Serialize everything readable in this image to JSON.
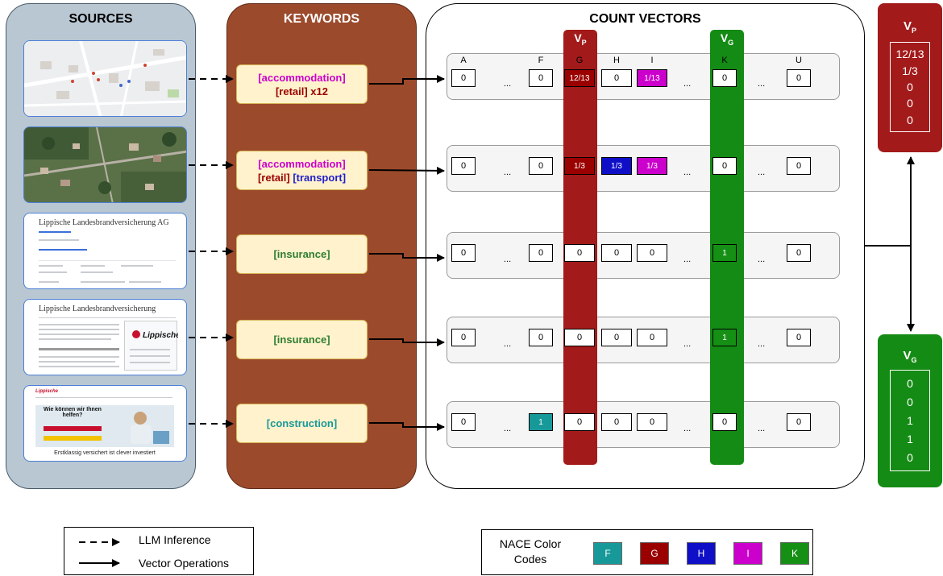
{
  "panels": {
    "sources_title": "SOURCES",
    "keywords_title": "KEYWORDS",
    "count_title": "COUNT VECTORS"
  },
  "sources": {
    "doc1_title": "Lippische Landesbrandversicherung AG",
    "doc2_title": "Lippische Landesbrandversicherung",
    "web_heading": "Wie können wir Ihnen helfen?",
    "web_footer": "Erstklassig versichert ist clever investiert",
    "web_brand": "Lippische"
  },
  "keywords": [
    {
      "lines": [
        [
          {
            "text": "[accommodation]",
            "code": "i"
          }
        ],
        [
          {
            "text": "[retail] x12",
            "code": "g"
          }
        ]
      ]
    },
    {
      "lines": [
        [
          {
            "text": "[accommodation]",
            "code": "i"
          }
        ],
        [
          {
            "text": "[retail] ",
            "code": "g"
          },
          {
            "text": "[transport]",
            "code": "h"
          }
        ]
      ]
    },
    {
      "lines": [
        [
          {
            "text": "[insurance]",
            "code": "k"
          }
        ]
      ]
    },
    {
      "lines": [
        [
          {
            "text": "[insurance]",
            "code": "k"
          }
        ]
      ]
    },
    {
      "lines": [
        [
          {
            "text": "[construction]",
            "code": "f"
          }
        ]
      ]
    }
  ],
  "bands": {
    "p": {
      "main": "V",
      "sub": "P"
    },
    "g": {
      "main": "V",
      "sub": "G"
    }
  },
  "column_headers": [
    "A",
    "F",
    "G",
    "H",
    "I",
    "K",
    "U"
  ],
  "ellipsis": "...",
  "rows": [
    {
      "A": "0",
      "F": "0",
      "G": "12/13",
      "H": "0",
      "I": "1/13",
      "K": "0",
      "U": "0",
      "colored": {
        "G": "g",
        "I": "i"
      }
    },
    {
      "A": "0",
      "F": "0",
      "G": "1/3",
      "H": "1/3",
      "I": "1/3",
      "K": "0",
      "U": "0",
      "colored": {
        "G": "g",
        "H": "h",
        "I": "i"
      }
    },
    {
      "A": "0",
      "F": "0",
      "G": "0",
      "H": "0",
      "I": "0",
      "K": "1",
      "U": "0",
      "colored": {
        "K": "k"
      }
    },
    {
      "A": "0",
      "F": "0",
      "G": "0",
      "H": "0",
      "I": "0",
      "K": "1",
      "U": "0",
      "colored": {
        "K": "k"
      }
    },
    {
      "A": "0",
      "F": "1",
      "G": "0",
      "H": "0",
      "I": "0",
      "K": "0",
      "U": "0",
      "colored": {
        "F": "f"
      }
    }
  ],
  "vp": {
    "title_main": "V",
    "title_sub": "P",
    "values": [
      "12/13",
      "1/3",
      "0",
      "0",
      "0"
    ]
  },
  "vg": {
    "title_main": "V",
    "title_sub": "G",
    "values": [
      "0",
      "0",
      "1",
      "1",
      "0"
    ]
  },
  "legend_arrows": {
    "llm": "LLM Inference",
    "vector": "Vector Operations"
  },
  "legend_colors": {
    "title_line1": "NACE Color",
    "title_line2": "Codes",
    "items": [
      {
        "label": "F",
        "color": "#17999a"
      },
      {
        "label": "G",
        "color": "#9b0000"
      },
      {
        "label": "H",
        "color": "#0f0fc8"
      },
      {
        "label": "I",
        "color": "#cc00cc"
      },
      {
        "label": "K",
        "color": "#159015"
      }
    ]
  }
}
